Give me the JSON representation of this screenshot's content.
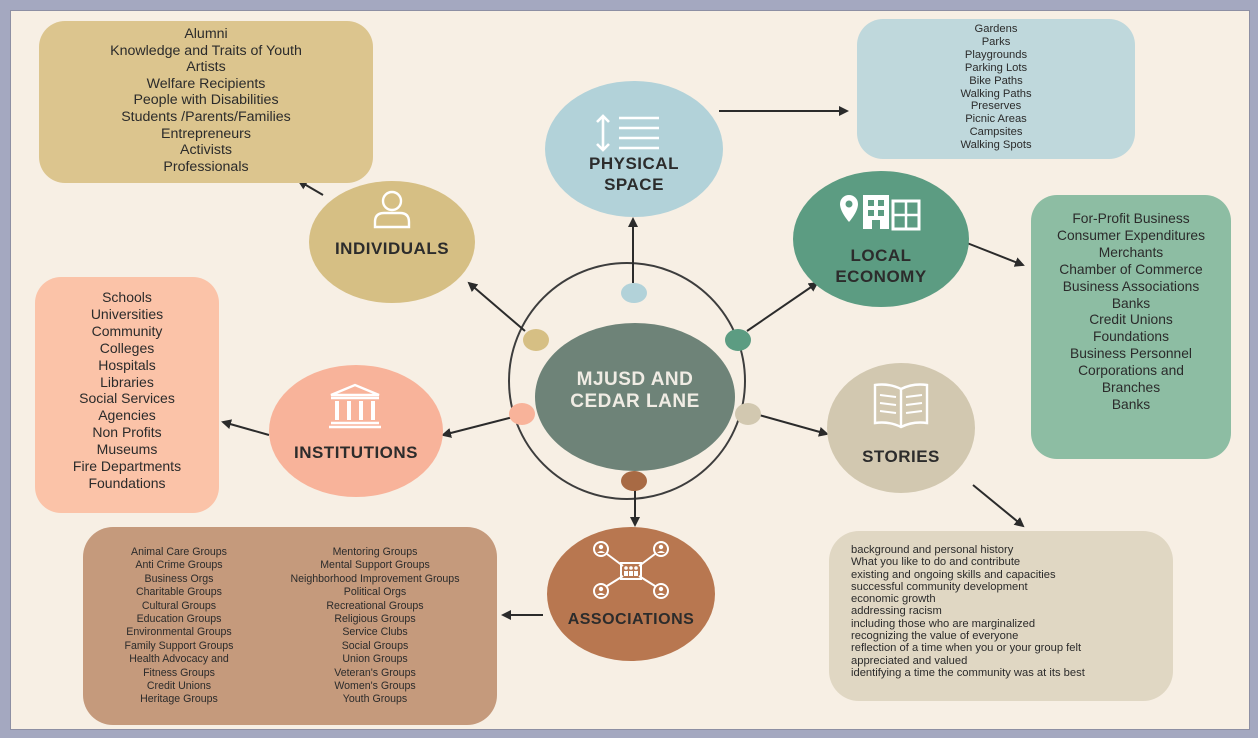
{
  "center": {
    "lines": [
      "MJUSD AND",
      "CEDAR LANE"
    ]
  },
  "nodes": {
    "individuals": {
      "lines": [
        "INDIVIDUALS"
      ],
      "icon": "person-icon"
    },
    "physical_space": {
      "lines": [
        "PHYSICAL",
        "SPACE"
      ],
      "icon": "sort-list-icon"
    },
    "local_economy": {
      "lines": [
        "LOCAL",
        "ECONOMY"
      ],
      "icon": "buildings-location-icon"
    },
    "institutions": {
      "lines": [
        "INSTITUTIONS"
      ],
      "icon": "columned-building-icon"
    },
    "stories": {
      "lines": [
        "STORIES"
      ],
      "icon": "open-book-icon"
    },
    "associations": {
      "lines": [
        "ASSOCIATIONS"
      ],
      "icon": "people-network-icon"
    }
  },
  "lists": {
    "individuals": [
      "Alumni",
      "Knowledge and Traits of Youth",
      "Artists",
      "Welfare Recipients",
      "People with Disabilities",
      "Students /Parents/Families",
      "Entrepreneurs",
      "Activists",
      "Professionals"
    ],
    "physical_space": [
      "Gardens",
      "Parks",
      "Playgrounds",
      "Parking Lots",
      "Bike Paths",
      "Walking Paths",
      "Preserves",
      "Picnic Areas",
      "Campsites",
      "Walking Spots"
    ],
    "local_economy": [
      "For-Profit Business",
      "Consumer Expenditures",
      "Merchants",
      "Chamber of Commerce",
      "Business Associations",
      "Banks",
      "Credit Unions",
      "Foundations",
      "Business Personnel",
      "Corporations and",
      "Branches",
      "Banks"
    ],
    "institutions": [
      "Schools",
      "Universities",
      "Community",
      "Colleges",
      "Hospitals",
      "Libraries",
      "Social Services",
      "Agencies",
      "Non Profits",
      "Museums",
      "Fire Departments",
      "Foundations"
    ],
    "associations_col1": [
      "Animal Care Groups",
      "Anti Crime Groups",
      "Business Orgs",
      "Charitable Groups",
      "Cultural Groups",
      "Education Groups",
      "Environmental Groups",
      "Family Support Groups",
      "Health Advocacy and",
      "Fitness Groups",
      "Credit Unions",
      "Heritage Groups"
    ],
    "associations_col2": [
      "Mentoring Groups",
      "Mental Support Groups",
      "Neighborhood Improvement Groups",
      "Political Orgs",
      "Recreational Groups",
      "Religious Groups",
      "Service Clubs",
      "Social Groups",
      "Union Groups",
      "Veteran's Groups",
      "Women's Groups",
      "Youth Groups"
    ],
    "stories": [
      "background and personal history",
      "What you like to do and contribute",
      "existing and ongoing skills and capacities",
      "successful community development",
      "economic growth",
      "addressing racism",
      "including those who are marginalized",
      "recognizing the value of everyone",
      "reflection of a time when you or your group felt",
      "appreciated and valued",
      "identifying a time the community was at its best"
    ]
  },
  "colors": {
    "background": "#f7efe4",
    "individuals": "#d6bf84",
    "physical_space": "#b2d2d9",
    "local_economy": "#5c9c82",
    "institutions": "#f8b39a",
    "stories": "#d2c8b0",
    "associations": "#b87750",
    "center": "#6e8378",
    "individuals_box": "#dcc58e",
    "physical_box": "#bfd8dc",
    "economy_box": "#8dbda3",
    "institutions_box": "#fbc3a8",
    "stories_box": "#e0d7c3",
    "associations_box": "#c59a7c"
  }
}
